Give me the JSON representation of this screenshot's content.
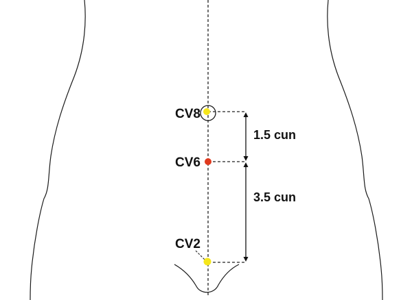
{
  "points": [
    {
      "id": "cv8",
      "label": "CV8",
      "color": "#f5e61a",
      "ring": true
    },
    {
      "id": "cv6",
      "label": "CV6",
      "color": "#e03a1e",
      "ring": false
    },
    {
      "id": "cv2",
      "label": "CV2",
      "color": "#f5e61a",
      "ring": false
    }
  ],
  "measurements": [
    {
      "id": "cv8-cv6",
      "label": "1.5 cun",
      "value": 1.5,
      "unit": "cun"
    },
    {
      "id": "cv6-cv2",
      "label": "3.5 cun",
      "value": 3.5,
      "unit": "cun"
    }
  ],
  "colors": {
    "outline": "#1a1a1a",
    "guide": "#222222",
    "text": "#111111"
  }
}
